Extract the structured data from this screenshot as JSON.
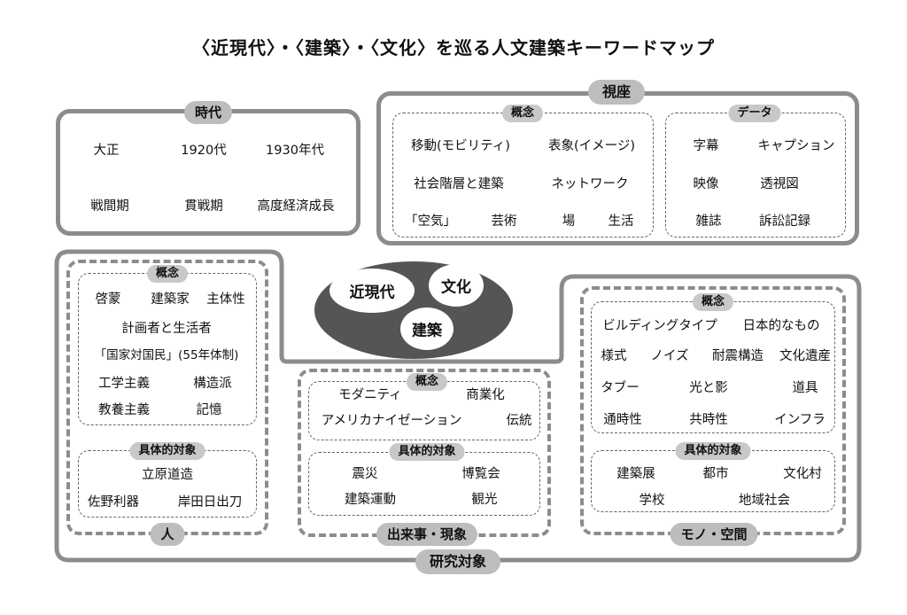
{
  "title": "〈近現代〉・〈建築〉・〈文化〉を巡る人文建築キーワードマップ",
  "jidai": {
    "label": "時代",
    "items": [
      "大正",
      "1920代",
      "1930年代",
      "戦間期",
      "貫戦期",
      "高度経済成長"
    ]
  },
  "shiza": {
    "label": "視座",
    "gainen": {
      "label": "概念",
      "items": [
        "移動(モビリティ)",
        "表象(イメージ)",
        "社会階層と建築",
        "ネットワーク",
        "「空気」",
        "芸術",
        "場",
        "生活"
      ]
    },
    "data": {
      "label": "データ",
      "items": [
        "字幕",
        "キャプション",
        "映像",
        "透視図",
        "雑誌",
        "訴訟記録"
      ]
    }
  },
  "center": {
    "items": [
      "近現代",
      "文化",
      "建築"
    ]
  },
  "kenkyu": {
    "label": "研究対象",
    "hito": {
      "label": "人",
      "gainen": {
        "label": "概念",
        "items": [
          "啓蒙",
          "建築家",
          "主体性",
          "計画者と生活者",
          "「国家対国民」(55年体制)",
          "工学主義",
          "構造派",
          "教養主義",
          "記憶"
        ]
      },
      "gutai": {
        "label": "具体的対象",
        "items": [
          "立原道造",
          "佐野利器",
          "岸田日出刀"
        ]
      }
    },
    "dekigoto": {
      "label": "出来事・現象",
      "gainen": {
        "label": "概念",
        "items": [
          "モダニティ",
          "商業化",
          "アメリカナイゼーション",
          "伝統"
        ]
      },
      "gutai": {
        "label": "具体的対象",
        "items": [
          "震災",
          "博覧会",
          "建築運動",
          "観光"
        ]
      }
    },
    "mono": {
      "label": "モノ・空間",
      "gainen": {
        "label": "概念",
        "items": [
          "ビルディングタイプ",
          "日本的なもの",
          "様式",
          "ノイズ",
          "耐震構造",
          "文化遺産",
          "タブー",
          "光と影",
          "道具",
          "通時性",
          "共時性",
          "インフラ"
        ]
      },
      "gutai": {
        "label": "具体的対象",
        "items": [
          "建築展",
          "都市",
          "文化村",
          "学校",
          "地域社会"
        ]
      }
    }
  }
}
